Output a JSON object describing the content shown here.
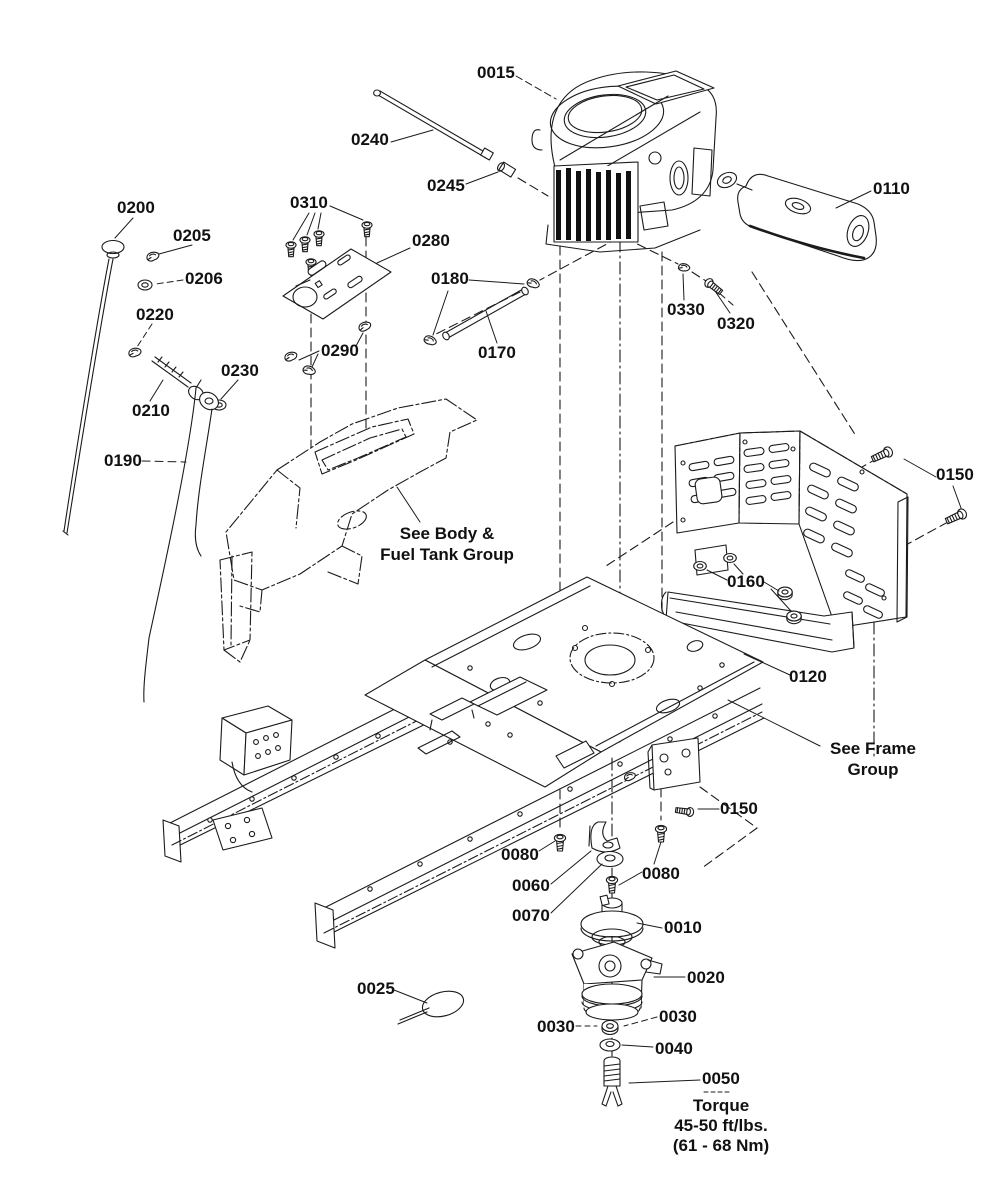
{
  "diagram_type": "exploded-parts-diagram",
  "callouts": {
    "c0015": "0015",
    "c0240": "0240",
    "c0245": "0245",
    "c0110": "0110",
    "c0200": "0200",
    "c0205": "0205",
    "c0206": "0206",
    "c0310": "0310",
    "c0280": "0280",
    "c0180": "0180",
    "c0330": "0330",
    "c0320": "0320",
    "c0220": "0220",
    "c0290": "0290",
    "c0230": "0230",
    "c0210": "0210",
    "c0170": "0170",
    "c0190": "0190",
    "c0150a": "0150",
    "c0160": "0160",
    "c0120": "0120",
    "c0150b": "0150",
    "c0080a": "0080",
    "c0080b": "0080",
    "c0060": "0060",
    "c0070": "0070",
    "c0010": "0010",
    "c0020": "0020",
    "c0025": "0025",
    "c0030a": "0030",
    "c0030b": "0030",
    "c0040": "0040",
    "c0050": "0050"
  },
  "notes": {
    "see_body_1": "See Body &",
    "see_body_2": "Fuel Tank Group",
    "see_frame_1": "See Frame",
    "see_frame_2": "Group",
    "torque_1": "Torque",
    "torque_2": "45-50 ft/lbs.",
    "torque_3": "(61 - 68 Nm)"
  },
  "colors": {
    "ink": "#1b1b1b",
    "background": "#ffffff"
  }
}
